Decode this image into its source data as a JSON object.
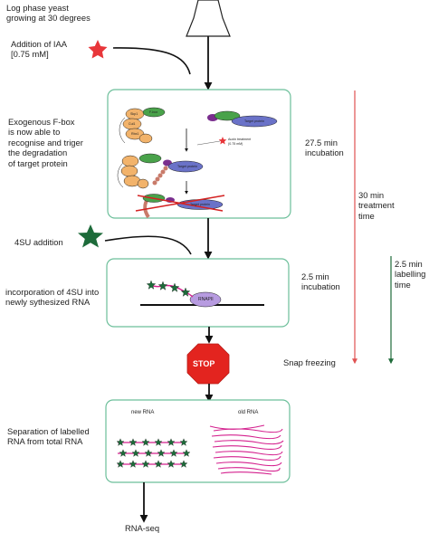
{
  "steps": {
    "step1": "Log phase yeast\ngrowing at 30 degrees",
    "step2": "Addition of IAA\n[0.75 mM]",
    "step3": "Exogenous F-box\nis now able to\nrecognise and triger\nthe degradation\nof target protein",
    "step4": "4SU addition",
    "step5": "incorporation of 4SU into\nnewly sythesized RNA",
    "step6": "Separation of labelled\nRNA from total RNA",
    "output": "RNA-seq"
  },
  "timing": {
    "incubation1": "27.5 min\nincubation",
    "treatment": "30 min\ntreatment\ntime",
    "incubation2": "2.5 min\nincubation",
    "labelling": "2.5 min\nlabelling\ntime",
    "freeze": "Snap freezing"
  },
  "stop_label": "STOP",
  "panel1": {
    "target_protein": "Target protein",
    "auxin_label_1": "Auxin treatment",
    "auxin_label_2": "(0.75 mM)",
    "fbox": "F-box",
    "skp1": "Skp1",
    "cul1": "Cul1",
    "rbx1": "Rbx1"
  },
  "panel2": {
    "rnapii": "RNAPII"
  },
  "panel3": {
    "new_rna": "new RNA",
    "old_rna": "old RNA"
  },
  "colors": {
    "panel_border": "#6cbf9a",
    "red_star": "#e8363a",
    "green_star": "#1d6b3a",
    "stop": "#e3241f",
    "treatment_line": "#e05252",
    "labelling_line": "#1f6b3a",
    "rna_pink": "#d4208e",
    "rnapii": "#b79be0"
  }
}
